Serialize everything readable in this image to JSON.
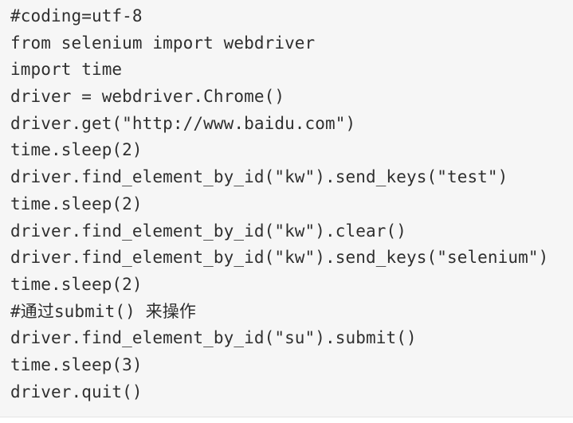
{
  "code": {
    "lines": [
      "#coding=utf-8",
      "from selenium import webdriver",
      "import time",
      "driver = webdriver.Chrome()",
      "driver.get(\"http://www.baidu.com\")",
      "time.sleep(2)",
      "driver.find_element_by_id(\"kw\").send_keys(\"test\")",
      "time.sleep(2)",
      "driver.find_element_by_id(\"kw\").clear()",
      "driver.find_element_by_id(\"kw\").send_keys(\"selenium\")",
      "time.sleep(2)",
      "#通过submit() 来操作",
      "driver.find_element_by_id(\"su\").submit()",
      "time.sleep(3)",
      "driver.quit()"
    ]
  }
}
